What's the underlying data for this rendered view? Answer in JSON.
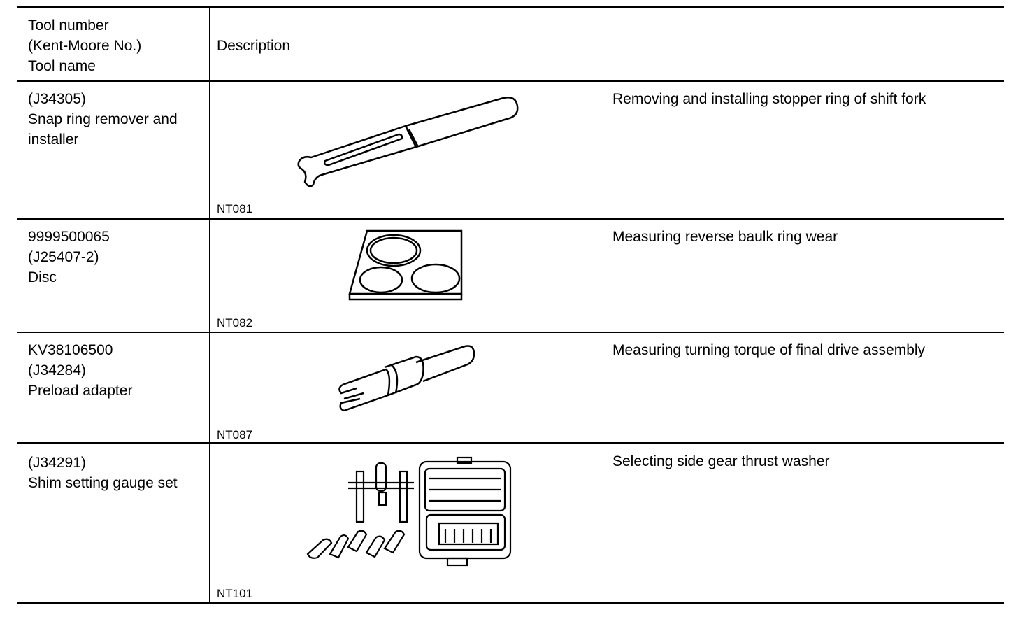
{
  "header": {
    "tool_col": "Tool number\n(Kent-Moore No.)\nTool name",
    "desc_col": "Description"
  },
  "rows": [
    {
      "tool": "(J34305)\nSnap ring remover and\ninstaller",
      "code": "NT081",
      "description": "Removing and installing stopper ring of shift fork"
    },
    {
      "tool": "9999500065\n(J25407-2)\nDisc",
      "code": "NT082",
      "description": "Measuring reverse baulk ring wear"
    },
    {
      "tool": "KV38106500\n(J34284)\nPreload adapter",
      "code": "NT087",
      "description": "Measuring turning torque of final drive assembly"
    },
    {
      "tool": "(J34291)\nShim setting gauge set",
      "code": "NT101",
      "description": "Selecting side gear thrust washer"
    }
  ]
}
